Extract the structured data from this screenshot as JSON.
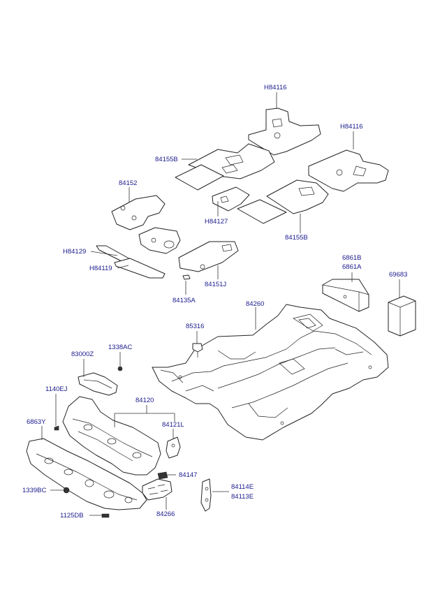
{
  "labels": [
    {
      "id": "h84116-top",
      "text": "H84116"
    },
    {
      "id": "h84116-right",
      "text": "H84116"
    },
    {
      "id": "84155b-left",
      "text": "84155B"
    },
    {
      "id": "84152",
      "text": "84152"
    },
    {
      "id": "h84127",
      "text": "H84127"
    },
    {
      "id": "84155b-right",
      "text": "84155B"
    },
    {
      "id": "h84129",
      "text": "H84129"
    },
    {
      "id": "h84119",
      "text": "H84119"
    },
    {
      "id": "84151j",
      "text": "84151J"
    },
    {
      "id": "84135a",
      "text": "84135A"
    },
    {
      "id": "6861b",
      "text": "6861B"
    },
    {
      "id": "6861a",
      "text": "6861A"
    },
    {
      "id": "69683",
      "text": "69683"
    },
    {
      "id": "84260",
      "text": "84260"
    },
    {
      "id": "85316",
      "text": "85316"
    },
    {
      "id": "83000z",
      "text": "83000Z"
    },
    {
      "id": "1338ac",
      "text": "1338AC"
    },
    {
      "id": "1140ej",
      "text": "1140EJ"
    },
    {
      "id": "84120",
      "text": "84120"
    },
    {
      "id": "6863y",
      "text": "6863Y"
    },
    {
      "id": "84121l",
      "text": "84121L"
    },
    {
      "id": "84147",
      "text": "84147"
    },
    {
      "id": "84114e",
      "text": "84114E"
    },
    {
      "id": "84113e",
      "text": "84113E"
    },
    {
      "id": "1339bc",
      "text": "1339BC"
    },
    {
      "id": "84266",
      "text": "84266"
    },
    {
      "id": "1125db",
      "text": "1125DB"
    }
  ]
}
